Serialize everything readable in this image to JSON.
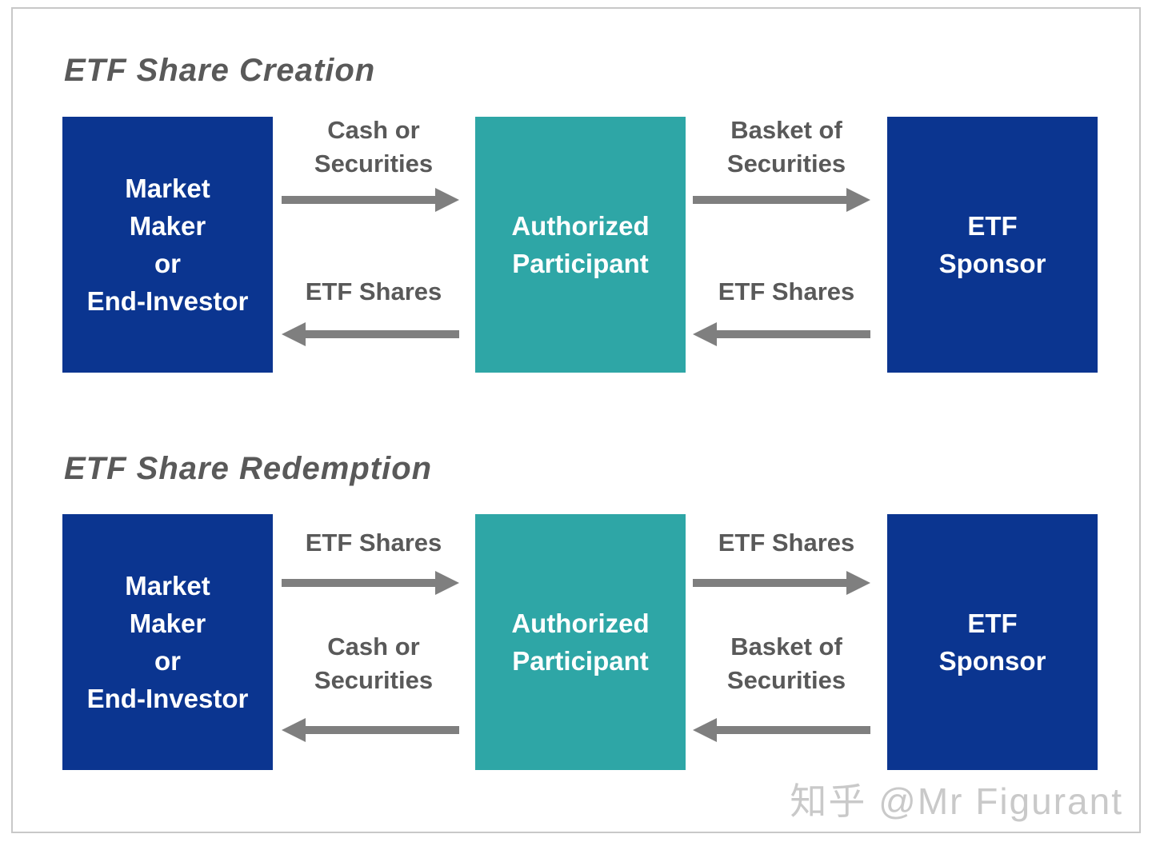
{
  "colors": {
    "box_blue": "#0B3590",
    "box_teal": "#2EA6A6",
    "arrow_gray": "#7F7F7F",
    "label_gray": "#595959",
    "title_gray": "#595959",
    "watermark_gray": "#C9C9C9",
    "frame_border": "#C8C8C8"
  },
  "watermark": {
    "text": "知乎 @Mr Figurant"
  },
  "creation": {
    "title": "ETF Share Creation",
    "boxes": {
      "market_maker": "Market\nMaker\nor\nEnd-Investor",
      "authorized_participant": "Authorized\nParticipant",
      "etf_sponsor": "ETF\nSponsor"
    },
    "flows": {
      "mm_to_ap": "Cash or\nSecurities",
      "ap_to_mm": "ETF Shares",
      "ap_to_sponsor": "Basket of\nSecurities",
      "sponsor_to_ap": "ETF Shares"
    }
  },
  "redemption": {
    "title": "ETF Share Redemption",
    "boxes": {
      "market_maker": "Market\nMaker\nor\nEnd-Investor",
      "authorized_participant": "Authorized\nParticipant",
      "etf_sponsor": "ETF\nSponsor"
    },
    "flows": {
      "mm_to_ap": "ETF Shares",
      "ap_to_mm": "Cash or\nSecurities",
      "ap_to_sponsor": "ETF Shares",
      "sponsor_to_ap": "Basket of\nSecurities"
    }
  }
}
